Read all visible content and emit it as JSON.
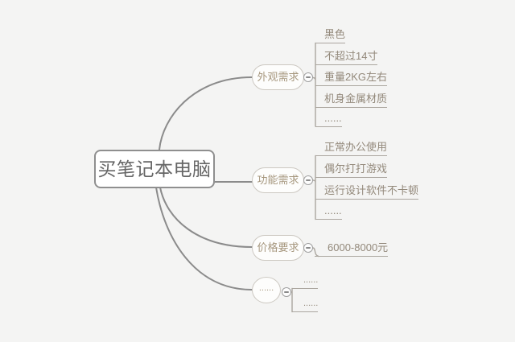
{
  "canvas": {
    "background_color": "#f4f4f3",
    "main_line_color": "#8b8b8b",
    "sub_line_color": "#aba69f"
  },
  "root": {
    "label": "买笔记本电脑",
    "border_color": "#8f8f8f",
    "text_color": "#666666"
  },
  "branch_text_color": "#a6977e",
  "leaf_text_color": "#93897b",
  "branches": [
    {
      "label": "外观需求",
      "collapse_icon": "minus",
      "leaves": [
        "黑色",
        "不超过14寸",
        "重量2KG左右",
        "机身金属材质",
        "......"
      ]
    },
    {
      "label": "功能需求",
      "collapse_icon": "minus",
      "leaves": [
        "正常办公使用",
        "偶尔打打游戏",
        "运行设计软件不卡顿",
        "......"
      ]
    },
    {
      "label": "价格要求",
      "collapse_icon": "minus",
      "leaves": [
        "6000-8000元"
      ]
    },
    {
      "label": "......",
      "collapse_icon": "minus",
      "leaves": [
        "......",
        "......"
      ]
    }
  ]
}
